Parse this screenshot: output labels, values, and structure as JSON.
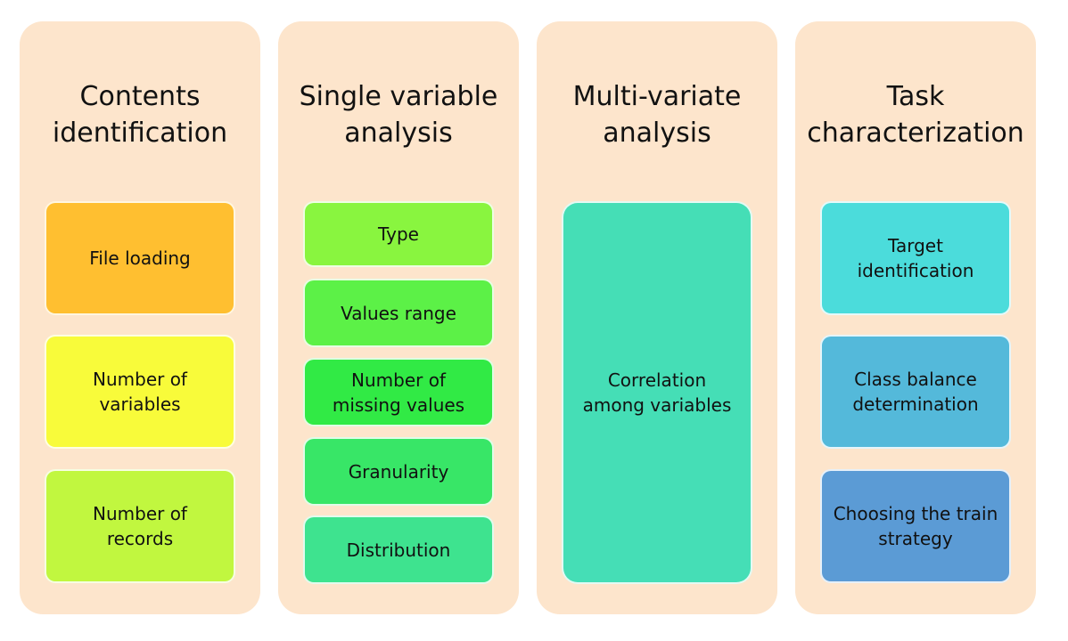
{
  "columns": [
    {
      "title": "Contents\nidentification",
      "boxes": [
        {
          "label": "File loading",
          "color": "#ffbf30"
        },
        {
          "label": "Number of\nvariables",
          "color": "#f8fb3a"
        },
        {
          "label": "Number of\nrecords",
          "color": "#c1f73f"
        }
      ]
    },
    {
      "title": "Single variable\nanalysis",
      "boxes": [
        {
          "label": "Type",
          "color": "#89f53f"
        },
        {
          "label": "Values range",
          "color": "#5cf147"
        },
        {
          "label": "Number of\nmissing values",
          "color": "#31ea45"
        },
        {
          "label": "Granularity",
          "color": "#38e667"
        },
        {
          "label": "Distribution",
          "color": "#3ee38f"
        }
      ]
    },
    {
      "title": "Multi-variate\nanalysis",
      "boxes": [
        {
          "label": "Correlation\namong variables",
          "color": "#45deb6"
        }
      ]
    },
    {
      "title": "Task\ncharacterization",
      "boxes": [
        {
          "label": "Target\nidentification",
          "color": "#4bdcdb"
        },
        {
          "label": "Class balance\ndetermination",
          "color": "#54b9da"
        },
        {
          "label": "Choosing the train\nstrategy",
          "color": "#5b9bd5"
        }
      ]
    }
  ]
}
